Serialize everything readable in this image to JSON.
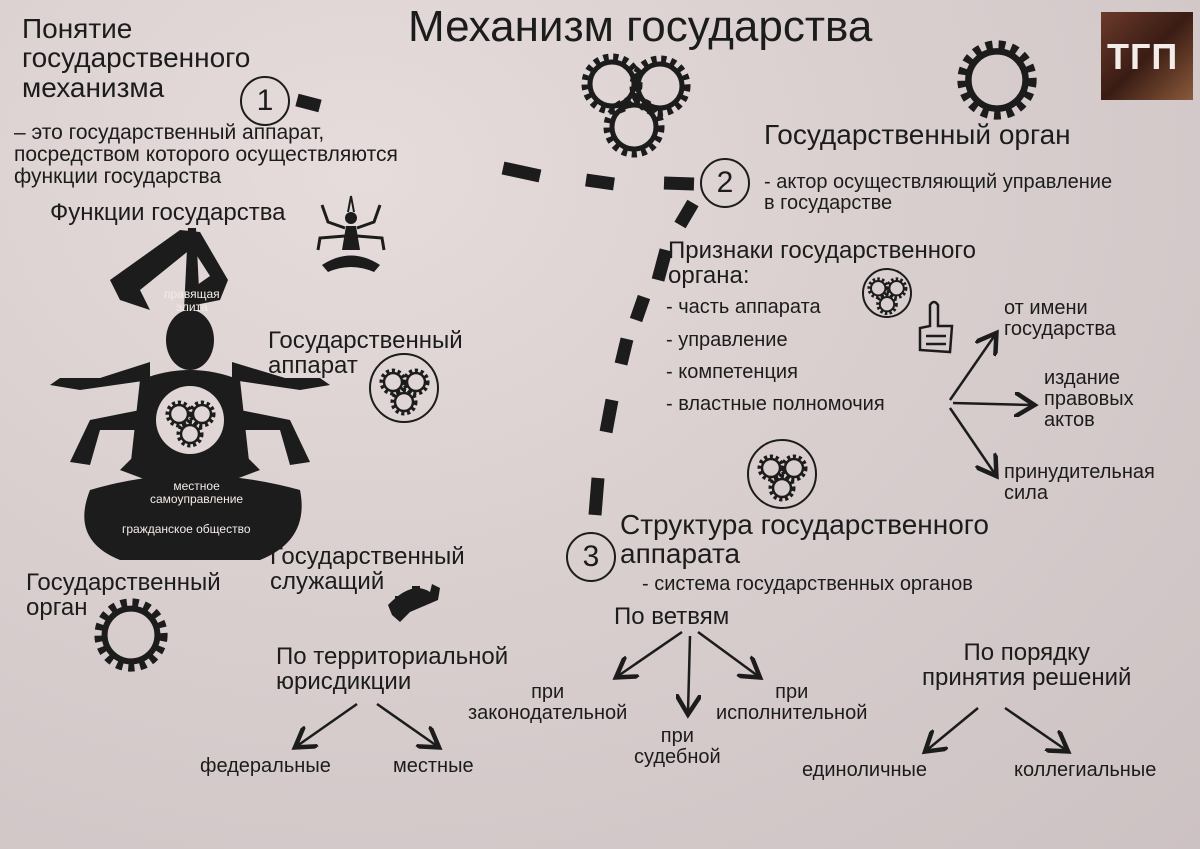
{
  "title": "Механизм государства",
  "logo": "ТГП",
  "section1": {
    "number": "1",
    "heading": "Понятие\nгосударственного\nмеханизма",
    "definition": "– это государственный аппарат,\nпосредством которого осуществляются\nфункции государства"
  },
  "functions_label": "Функции государства",
  "figure_labels": {
    "elite": "правящая\nэлита",
    "local": "местное\nсамоуправление",
    "civil": "гражданское общество"
  },
  "apparatus_label": "Государственный\nаппарат",
  "organ_label_left": "Государственный\nорган",
  "servant_label": "Государственный\nслужащий",
  "territorial": {
    "heading": "По территориальной\nюрисдикции",
    "items": [
      "федеральные",
      "местные"
    ]
  },
  "section2": {
    "number": "2",
    "heading": "Государственный орган",
    "definition": "- актор осуществляющий управление\nв государстве",
    "signs_heading": "Признаки государственного\nоргана:",
    "signs": [
      "- часть аппарата",
      "- управление",
      "- компетенция",
      "- властные полномочия"
    ],
    "powers": [
      "от имени\nгосударства",
      "издание\nправовых\nактов",
      "принудительная\nсила"
    ]
  },
  "section3": {
    "number": "3",
    "heading": "Структура государственного\nаппарата",
    "definition": "-  система государственных органов",
    "branches_heading": "По ветвям",
    "branches": [
      "при\nзаконодательной",
      "при\nсудебной",
      "при\nисполнительной"
    ],
    "decision_heading": "По порядку\nпринятия решений",
    "decision_items": [
      "единоличные",
      "коллегиальные"
    ]
  },
  "icons": [
    "gear-cluster-icon",
    "gear-icon",
    "meditating-figure-icon",
    "pointing-hand-icon",
    "arrow-icon",
    "road-dashes"
  ]
}
